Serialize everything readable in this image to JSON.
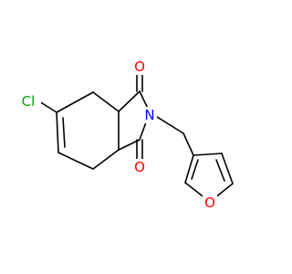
{
  "molecule": {
    "colors": {
      "bond": "#000000",
      "carbon": "#000000",
      "oxygen": "#ff0000",
      "nitrogen": "#0000ff",
      "chlorine": "#00a000",
      "background": "#ffffff"
    },
    "atoms": {
      "cl": {
        "label": "Cl",
        "element": "chlorine"
      },
      "o_top": {
        "label": "O",
        "element": "oxygen"
      },
      "o_bottom": {
        "label": "O",
        "element": "oxygen"
      },
      "n": {
        "label": "N",
        "element": "nitrogen"
      },
      "o_furan": {
        "label": "O",
        "element": "oxygen"
      }
    }
  }
}
